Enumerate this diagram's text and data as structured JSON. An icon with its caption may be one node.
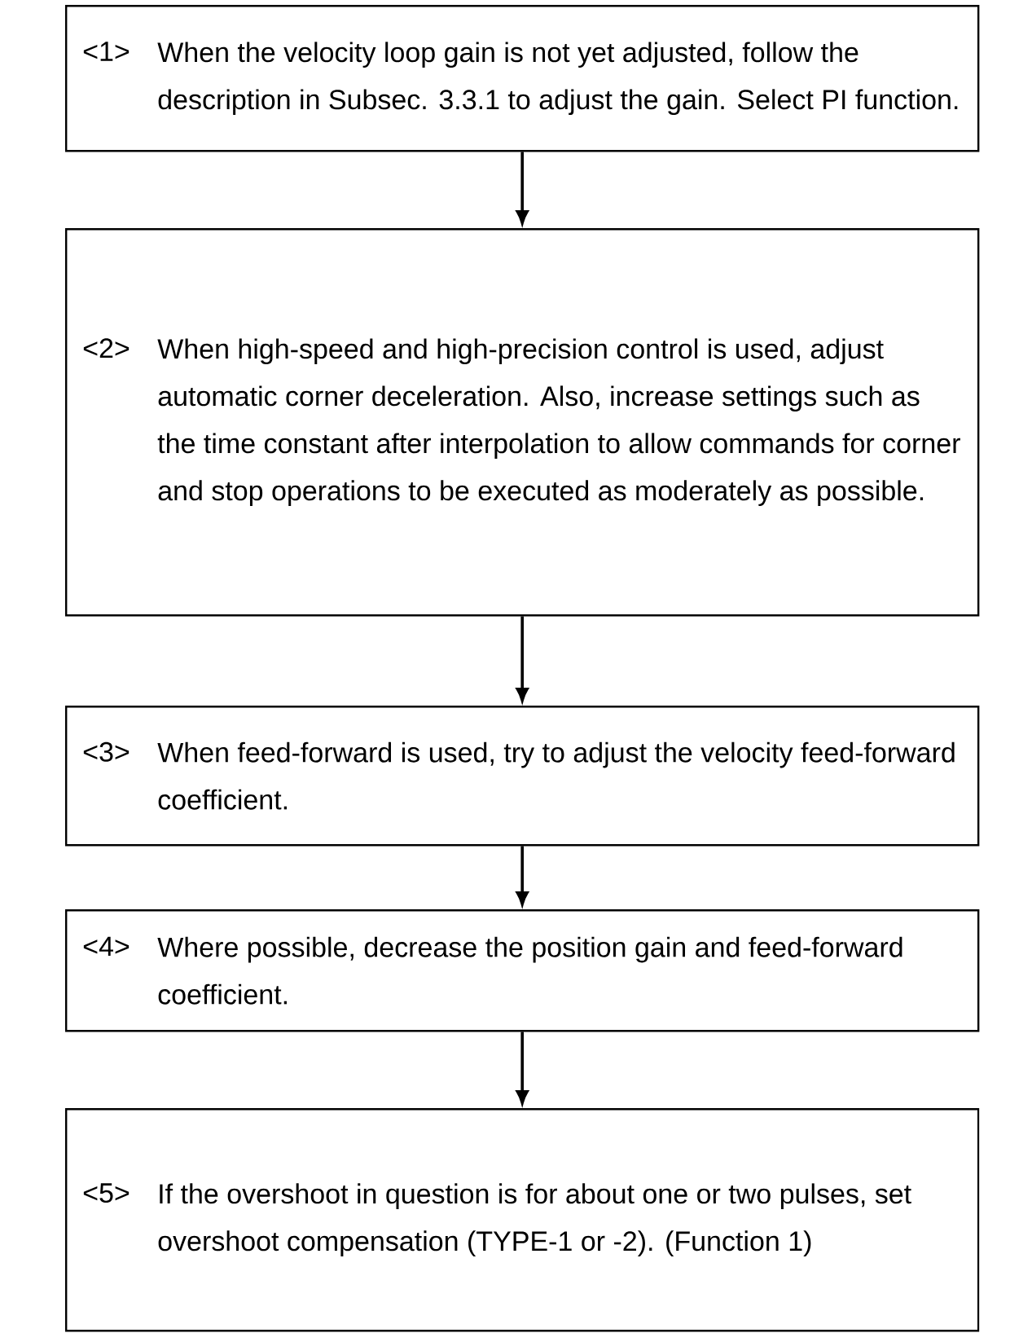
{
  "diagram": {
    "nodes": [
      {
        "text": [
          "<1>",
          "When the velocity loop gain is not yet adjusted, follow the description in Subsec. 3.3.1 to adjust the gain. Select PI function."
        ]
      },
      {
        "text": [
          "<2>",
          "When high-speed and high-precision control is used, adjust automatic corner deceleration. Also, increase settings such as the time constant after interpolation to allow commands for corner and stop operations to be executed as moderately as possible."
        ]
      },
      {
        "text": [
          "<3>",
          "When feed-forward is used, try to adjust the velocity feed-forward coefficient."
        ]
      },
      {
        "text": [
          "<4>",
          "Where possible, decrease the position gain and feed-forward coefficient."
        ]
      },
      {
        "text": [
          "<5>",
          "If the overshoot in question is for about one or two pulses, set overshoot compensation (TYPE-1 or -2). (Function 1)"
        ]
      }
    ],
    "edges": [
      {
        "from": 0,
        "to": 1,
        "arrow": "to"
      },
      {
        "from": 1,
        "to": 2,
        "arrow": "to"
      },
      {
        "from": 2,
        "to": 3,
        "arrow": "to"
      },
      {
        "from": 3,
        "to": 4,
        "arrow": "to"
      }
    ]
  }
}
